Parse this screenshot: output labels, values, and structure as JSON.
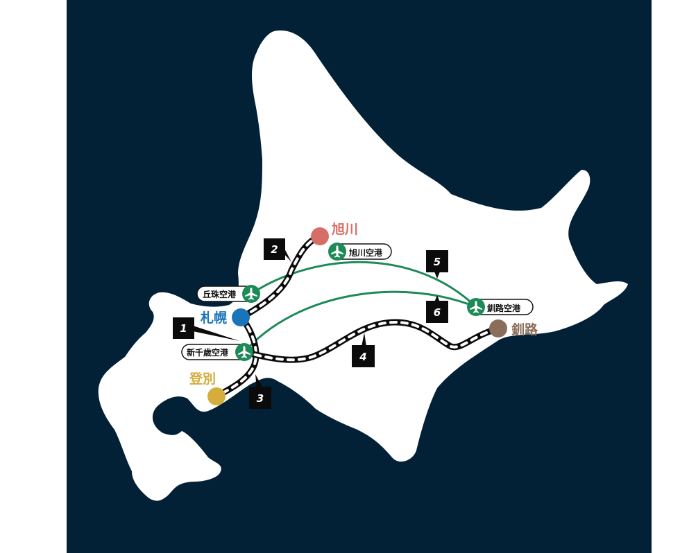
{
  "colors": {
    "background_sea": "#022137",
    "land": "#ffffff",
    "rail_dark": "#0b0b0b",
    "flight_route": "#1e8a57",
    "airport": "#1e8a57",
    "sapporo": "#1a74ba",
    "asahikawa": "#d76e66",
    "kushiro": "#8b6d5c",
    "noboribetsu": "#d4ad3c"
  },
  "cities": [
    {
      "id": "sapporo",
      "label": "札幌"
    },
    {
      "id": "asahikawa",
      "label": "旭川"
    },
    {
      "id": "kushiro",
      "label": "釧路"
    },
    {
      "id": "noboribetsu",
      "label": "登別"
    }
  ],
  "airports": [
    {
      "id": "okadama",
      "label": "丘珠空港"
    },
    {
      "id": "asahikawa-airport",
      "label": "旭川空港"
    },
    {
      "id": "new-chitose",
      "label": "新千歳空港"
    },
    {
      "id": "kushiro-airport",
      "label": "釧路空港"
    }
  ],
  "routes": [
    {
      "number": "1",
      "type": "rail",
      "from": "札幌",
      "to": "新千歳空港"
    },
    {
      "number": "2",
      "type": "rail",
      "from": "札幌",
      "to": "旭川"
    },
    {
      "number": "3",
      "type": "rail",
      "from": "新千歳空港",
      "to": "登別"
    },
    {
      "number": "4",
      "type": "rail",
      "from": "新千歳空港",
      "to": "釧路"
    },
    {
      "number": "5",
      "type": "flight",
      "from": "丘珠空港",
      "to": "釧路空港"
    },
    {
      "number": "6",
      "type": "flight",
      "from": "新千歳空港",
      "to": "釧路空港"
    }
  ],
  "icons": {
    "airport": "airplane-icon"
  }
}
